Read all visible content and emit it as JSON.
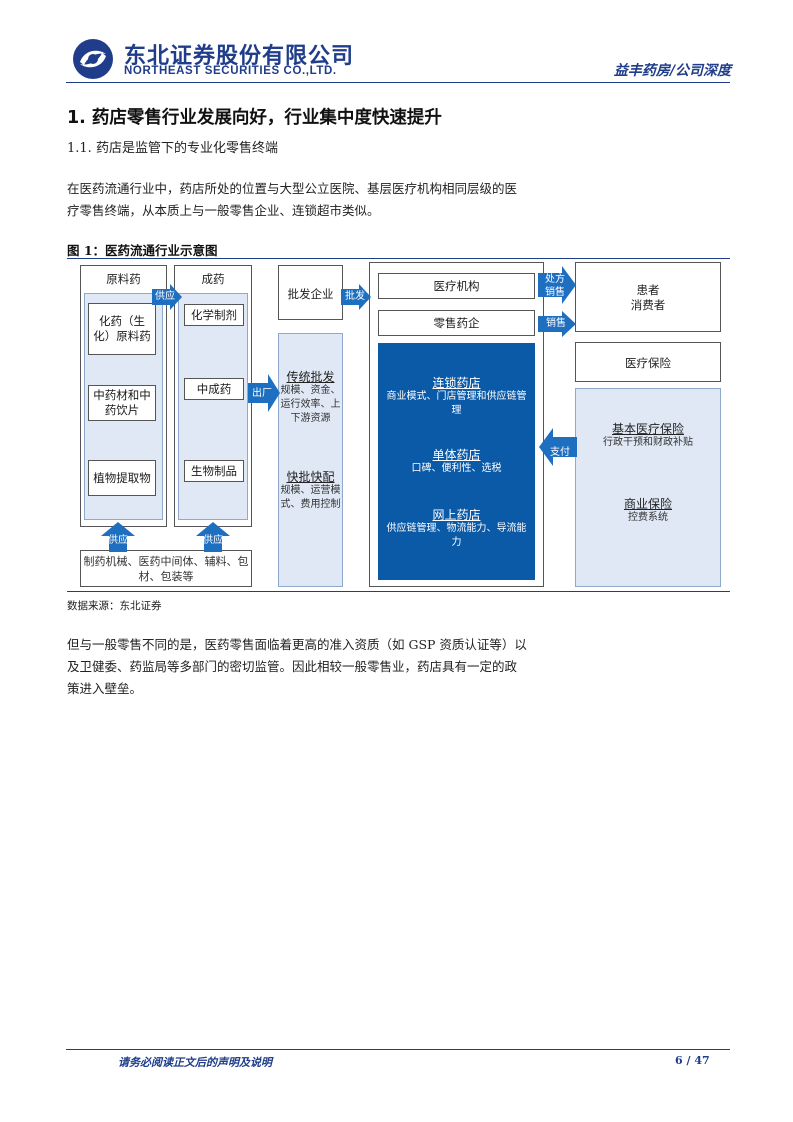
{
  "header": {
    "company_cn": "东北证券股份有限公司",
    "company_en": "NORTHEAST SECURITIES CO.,LTD.",
    "report_tag": "益丰药房/公司深度",
    "brand_color": "#1f3d8a"
  },
  "section": {
    "heading": "1.  药店零售行业发展向好，行业集中度快速提升",
    "subheading": "1.1.   药店是监管下的专业化零售终端"
  },
  "paragraphs": {
    "p1_line1": "在医药流通行业中，药店所处的位置与大型公立医院、基层医疗机构相同层级的医",
    "p1_line2": "疗零售终端，从本质上与一般零售企业、连锁超市类似。",
    "p2_line1": "但与一般零售不同的是，医药零售面临着更高的准入资质（如 GSP 资质认证等）以",
    "p2_line2": "及卫健委、药监局等多部门的密切监管。因此相较一般零售业，药店具有一定的政",
    "p2_line3": "策进入壁垒。"
  },
  "figure": {
    "caption": "图 1：医药流通行业示意图",
    "source": "数据来源：东北证券",
    "accent_color": "#0b5aa8",
    "raw": {
      "title": "原料药",
      "items": [
        "化药（生化）原料药",
        "中药材和中药饮片",
        "植物提取物"
      ]
    },
    "finished": {
      "title": "成药",
      "items": [
        "化学制剂",
        "中成药",
        "生物制品"
      ]
    },
    "inputs": "制药机械、医药中间体、辅料、包材、包装等",
    "wholesale": {
      "company": "批发企业",
      "traditional_title": "传统批发",
      "traditional_desc": "规模、资金、运行效率、上下游资源",
      "fast_title": "快批快配",
      "fast_desc": "规模、运营模式、费用控制"
    },
    "retail": {
      "medical": "医疗机构",
      "pharmacy": "零售药企",
      "chain_title": "连锁药店",
      "chain_desc": "商业模式、门店管理和供应链管理",
      "single_title": "单体药店",
      "single_desc": "口碑、便利性、选税",
      "online_title": "网上药店",
      "online_desc": "供应链管理、物流能力、导流能力"
    },
    "right": {
      "patients": "患者",
      "consumers": "消费者",
      "insurance": "医疗保险",
      "basic_title": "基本医疗保险",
      "basic_desc": "行政干预和财政补贴",
      "commercial_title": "商业保险",
      "commercial_desc": "控费系统"
    },
    "arrows": {
      "supply": "供应",
      "supply_2": "供应",
      "supply_3": "供应",
      "outflow": "出厂",
      "wholesale": "批发",
      "prescription_1": "处方",
      "prescription_2": "销售",
      "sales": "销售",
      "payment": "支付"
    }
  },
  "footer": {
    "note": "请务必阅读正文后的声明及说明",
    "page": "6  /  47"
  }
}
